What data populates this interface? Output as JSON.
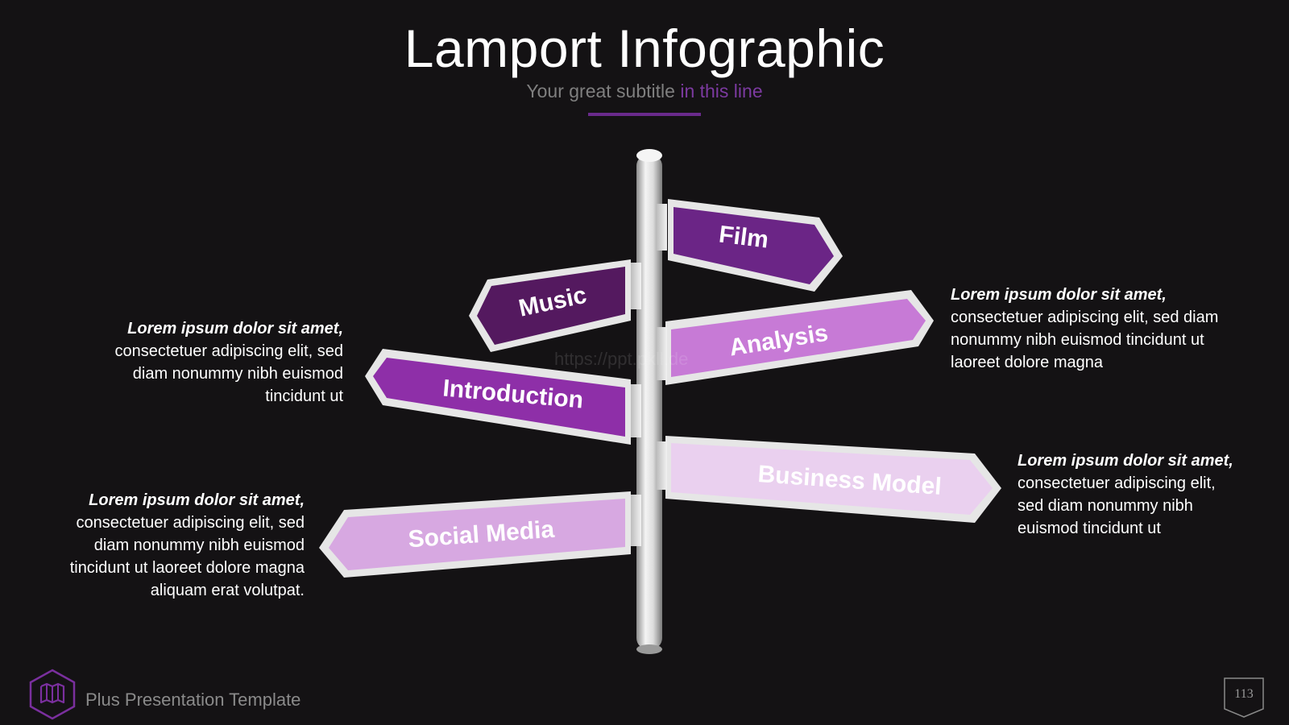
{
  "header": {
    "title": "Lamport Infographic",
    "subtitle_plain": "Your great subtitle ",
    "subtitle_accent": "in this line"
  },
  "signs": [
    {
      "label": "Film"
    },
    {
      "label": "Music"
    },
    {
      "label": "Analysis"
    },
    {
      "label": "Introduction"
    },
    {
      "label": "Business Model"
    },
    {
      "label": "Social Media"
    }
  ],
  "descriptions": [
    {
      "heading": "Lorem ipsum dolor sit amet,",
      "lines": [
        "consectetuer adipiscing elit, sed diam",
        "nonummy nibh euismod tincidunt ut",
        "laoreet dolore magna"
      ]
    },
    {
      "heading": "Lorem ipsum dolor sit amet,",
      "lines": [
        "consectetuer adipiscing elit, sed",
        "diam nonummy nibh euismod",
        "tincidunt ut"
      ]
    },
    {
      "heading": "Lorem ipsum dolor sit amet,",
      "lines": [
        "consectetuer adipiscing elit,",
        "sed diam nonummy nibh",
        "euismod tincidunt ut"
      ]
    },
    {
      "heading": "Lorem ipsum dolor sit amet,",
      "lines": [
        "consectetuer adipiscing elit, sed",
        "diam nonummy nibh euismod",
        "tincidunt ut laoreet dolore magna",
        "aliquam erat volutpat."
      ]
    }
  ],
  "watermark": "https://ppt.pkll.de",
  "footer": {
    "brand": "Plus Presentation Template",
    "page_number": "113"
  },
  "colors": {
    "background": "#141214",
    "accent": "#6a2a8c",
    "sign_film": "#6b2586",
    "sign_music": "#54195f",
    "sign_analysis": "#c77ad6",
    "sign_introduction": "#8e2fa8",
    "sign_business": "#ead0ef",
    "sign_social": "#d7a8e1"
  }
}
